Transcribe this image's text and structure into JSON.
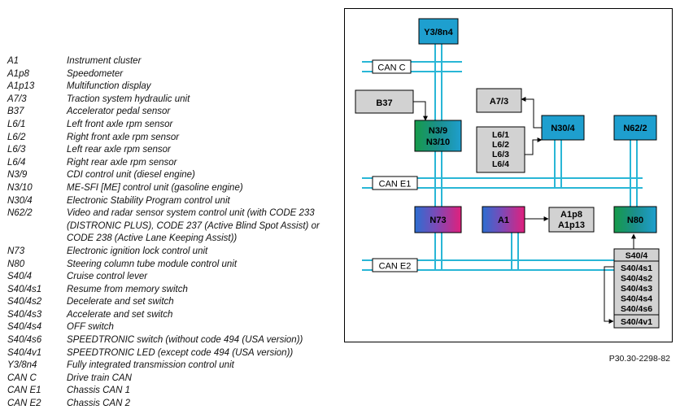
{
  "legend": [
    {
      "code": "A1",
      "desc": "Instrument cluster"
    },
    {
      "code": "A1p8",
      "desc": "Speedometer"
    },
    {
      "code": "A1p13",
      "desc": "Multifunction display"
    },
    {
      "code": "A7/3",
      "desc": "Traction system hydraulic unit"
    },
    {
      "code": "B37",
      "desc": "Accelerator pedal sensor"
    },
    {
      "code": "L6/1",
      "desc": "Left front axle rpm sensor"
    },
    {
      "code": "L6/2",
      "desc": "Right front axle rpm sensor"
    },
    {
      "code": "L6/3",
      "desc": "Left rear axle rpm sensor"
    },
    {
      "code": "L6/4",
      "desc": "Right rear axle rpm sensor"
    },
    {
      "code": "N3/9",
      "desc": "CDI control unit (diesel engine)"
    },
    {
      "code": "N3/10",
      "desc": "ME-SFI [ME] control unit (gasoline engine)"
    },
    {
      "code": "N30/4",
      "desc": "Electronic Stability Program control unit"
    },
    {
      "code": "N62/2",
      "desc": "Video and radar sensor system control unit (with CODE 233 (DISTRONIC PLUS), CODE 237 (Active Blind Spot Assist) or CODE 238 (Active Lane Keeping Assist))"
    },
    {
      "code": "N73",
      "desc": "Electronic ignition lock control unit"
    },
    {
      "code": "N80",
      "desc": "Steering column tube module control unit"
    },
    {
      "code": "S40/4",
      "desc": "Cruise control lever"
    },
    {
      "code": "S40/4s1",
      "desc": "Resume from memory switch"
    },
    {
      "code": "S40/4s2",
      "desc": "Decelerate and set switch"
    },
    {
      "code": "S40/4s3",
      "desc": "Accelerate and set switch"
    },
    {
      "code": "S40/4s4",
      "desc": "OFF switch"
    },
    {
      "code": "S40/4s6",
      "desc": "SPEEDTRONIC switch (without code 494 (USA version))"
    },
    {
      "code": "S40/4v1",
      "desc": "SPEEDTRONIC LED (except code 494 (USA version))"
    },
    {
      "code": "Y3/8n4",
      "desc": "Fully integrated transmission control unit"
    },
    {
      "code": "CAN C",
      "desc": "Drive train CAN"
    },
    {
      "code": "CAN E1",
      "desc": "Chassis CAN 1"
    },
    {
      "code": "CAN E2",
      "desc": "Chassis CAN 2"
    }
  ],
  "diagram": {
    "y3": "Y3/8n4",
    "canc": "CAN C",
    "cane1": "CAN E1",
    "cane2": "CAN E2",
    "b37": "B37",
    "n39": "N3/9",
    "n310": "N3/10",
    "a73": "A7/3",
    "l6": [
      "L6/1",
      "L6/2",
      "L6/3",
      "L6/4"
    ],
    "n304": "N30/4",
    "n622": "N62/2",
    "n73": "N73",
    "a1": "A1",
    "a1p8": "A1p8",
    "a1p13": "A1p13",
    "n80": "N80",
    "s404": "S40/4",
    "s40list": [
      "S40/4s1",
      "S40/4s2",
      "S40/4s3",
      "S40/4s4",
      "S40/4s6"
    ],
    "s404v1": "S40/4v1"
  },
  "reference": "P30.30-2298-82",
  "colors": {
    "bus": "#29b6d6",
    "unit_blue": "#1e9fcf",
    "grey_box": "#d2d2d2",
    "border": "#000000"
  }
}
